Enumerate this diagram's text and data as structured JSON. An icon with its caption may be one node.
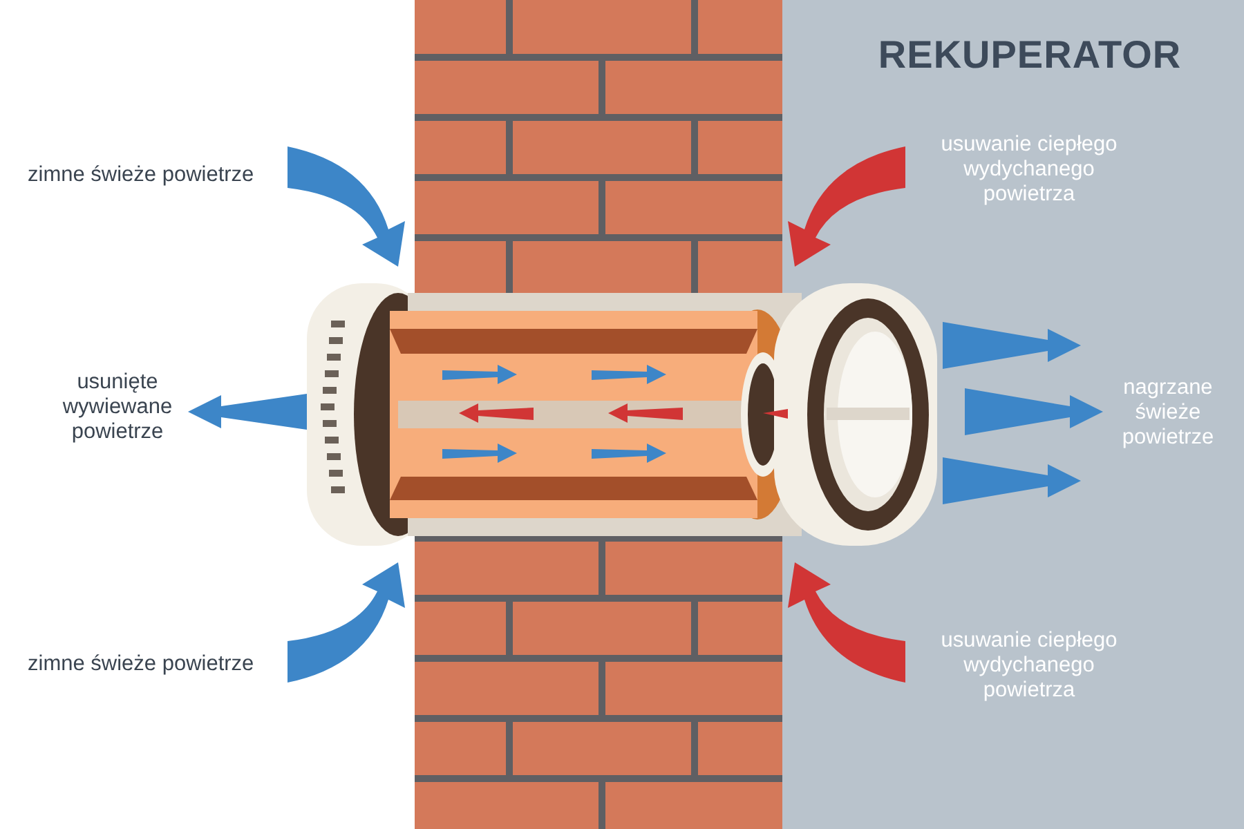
{
  "diagram": {
    "title": "REKUPERATOR",
    "labels": [
      "zimne świeże powietrze",
      "usuwanie ciepłego wydychanego powietrza",
      "usunięte wywiewane powietrze",
      "nagrzane świeże powietrze",
      "zimne świeże powietrze",
      "usuwanie ciepłego wydychanego powietrza"
    ]
  }
}
